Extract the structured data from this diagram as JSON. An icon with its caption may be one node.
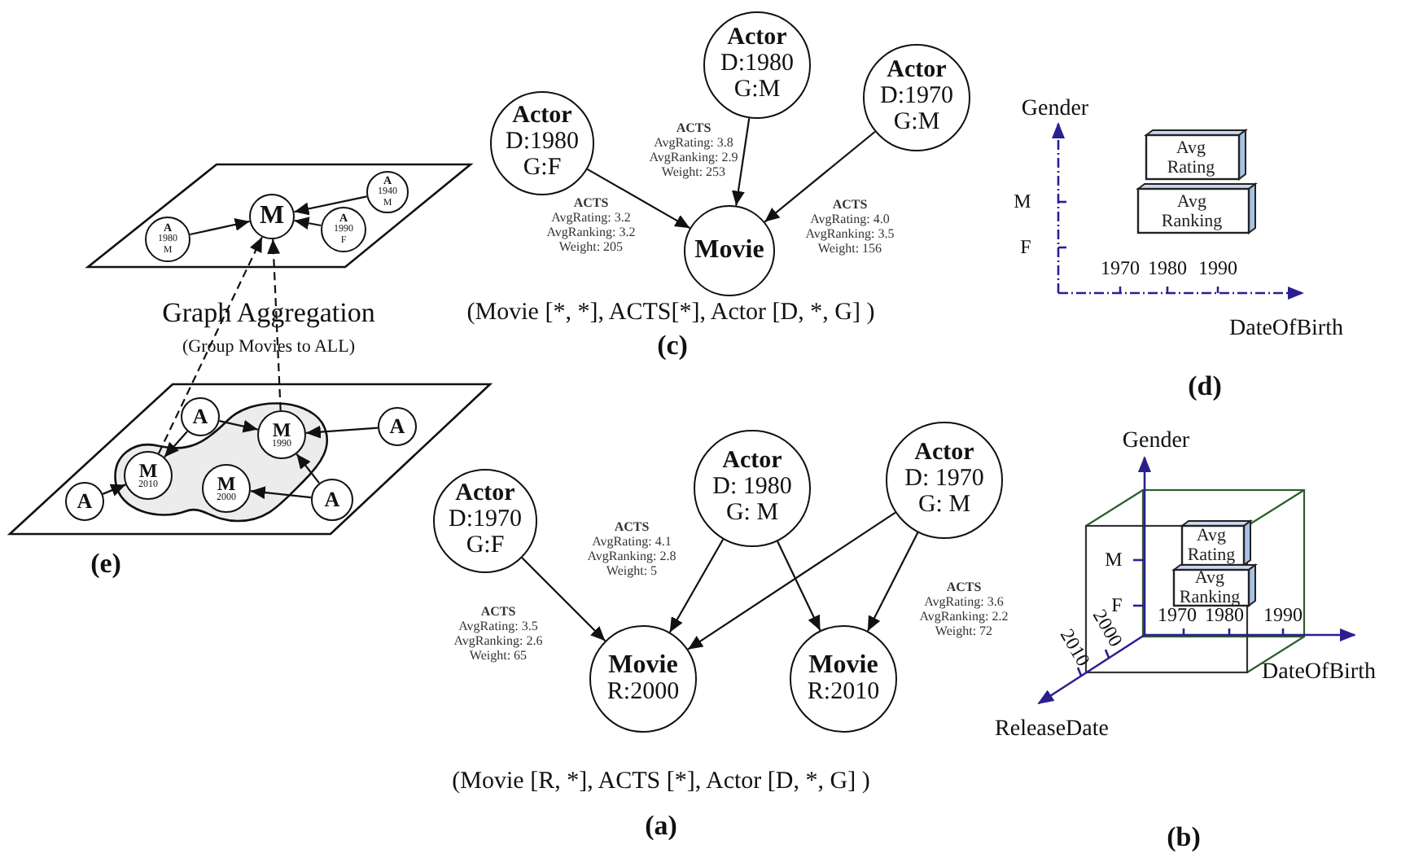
{
  "diagram": {
    "nodes": [
      {
        "text": [],
        "shape": "parallelogram"
      },
      {
        "text": [
          "M"
        ],
        "in": 0
      },
      {
        "text": [
          "A",
          "1940 M"
        ],
        "in": 0
      },
      {
        "text": [
          "A",
          "1980 M"
        ],
        "in": 0
      },
      {
        "text": [
          "A",
          "1990 F"
        ],
        "in": 0
      },
      {
        "text": [],
        "shape": "parallelogram"
      },
      {
        "text": [],
        "shape": "blob",
        "in": 5
      },
      {
        "text": [
          "A"
        ],
        "in": 5
      },
      {
        "text": [
          "M",
          "1990"
        ],
        "in": 6
      },
      {
        "text": [
          "A"
        ],
        "in": 5
      },
      {
        "text": [
          "M",
          "2010"
        ],
        "in": 6
      },
      {
        "text": [
          "M",
          "2000"
        ],
        "in": 6
      },
      {
        "text": [
          "A"
        ],
        "in": 5
      },
      {
        "text": [
          "A"
        ],
        "in": 5
      },
      {
        "text": [
          "Actor",
          "D:1980 G:F"
        ]
      },
      {
        "text": [
          "Actor",
          "D:1980 G:M"
        ]
      },
      {
        "text": [
          "Actor",
          "D:1970 G:M"
        ]
      },
      {
        "text": [
          "Movie"
        ]
      },
      {
        "text": [
          "Actor",
          "D:1970 G:F"
        ]
      },
      {
        "text": [
          "Actor",
          "D: 1980 G: M"
        ]
      },
      {
        "text": [
          "Actor",
          "D: 1970 G: M"
        ]
      },
      {
        "text": [
          "Movie",
          "R:2000"
        ]
      },
      {
        "text": [
          "Movie",
          "R:2010"
        ]
      },
      {
        "text": [
          "Avg Rating"
        ]
      },
      {
        "text": [
          "Avg Ranking"
        ]
      },
      {
        "text": [
          "Avg Rating"
        ]
      },
      {
        "text": [
          "Avg Ranking"
        ]
      }
    ],
    "edges": [
      {
        "from": 3,
        "to": 1,
        "arrow": "to"
      },
      {
        "from": 2,
        "to": 1,
        "arrow": "to"
      },
      {
        "from": 4,
        "to": 1,
        "arrow": "to"
      },
      {
        "from": 7,
        "to": 8,
        "arrow": "to"
      },
      {
        "from": 7,
        "to": 10,
        "arrow": "to"
      },
      {
        "from": 9,
        "to": 8,
        "arrow": "to"
      },
      {
        "from": 12,
        "to": 8,
        "arrow": "to"
      },
      {
        "from": 12,
        "to": 11,
        "arrow": "to"
      },
      {
        "from": 13,
        "to": 10,
        "arrow": "to"
      },
      {
        "from": 10,
        "to": 1,
        "arrow": "to",
        "style": "dashed"
      },
      {
        "from": 8,
        "to": 1,
        "arrow": "to",
        "style": "dashed"
      },
      {
        "from": 14,
        "to": 17,
        "arrow": "to",
        "label": "**ACTS** AvgRating: 3.2 AvgRanking: 3.2 Weight: 205"
      },
      {
        "from": 15,
        "to": 17,
        "arrow": "to",
        "label": "**ACTS** AvgRating: 3.8 AvgRanking: 2.9 Weight: 253"
      },
      {
        "from": 16,
        "to": 17,
        "arrow": "to",
        "label": "**ACTS** AvgRating: 4.0 AvgRanking: 3.5 Weight: 156"
      },
      {
        "from": 18,
        "to": 21,
        "arrow": "to",
        "label": "**ACTS** AvgRating: 3.5 AvgRanking: 2.6 Weight: 65"
      },
      {
        "from": 19,
        "to": 21,
        "arrow": "to",
        "label": "**ACTS** AvgRating: 4.1 AvgRanking: 2.8 Weight: 5"
      },
      {
        "from": 19,
        "to": 22,
        "arrow": "to"
      },
      {
        "from": 20,
        "to": 21,
        "arrow": "to"
      },
      {
        "from": 20,
        "to": 22,
        "arrow": "to",
        "label": "**ACTS** AvgRating: 3.6 AvgRanking: 2.2 Weight: 72"
      }
    ],
    "labels": [
      "Gender",
      "M",
      "F",
      "1970",
      "1980",
      "1990",
      "Graph Aggregation",
      "(Movie [*, *], ACTS[*], Actor [D, *, G] )",
      "(Group Movies to ALL)",
      "DateOfBirth",
      "(c)",
      "(d)",
      "Gender",
      "(e)",
      "M",
      "F",
      "1970",
      "1980",
      "1990",
      "2000",
      "2010",
      "DateOfBirth",
      "ReleaseDate",
      "(Movie [R, *], ACTS [*], Actor [D, *, G] )",
      "(a)",
      "(b)"
    ]
  }
}
